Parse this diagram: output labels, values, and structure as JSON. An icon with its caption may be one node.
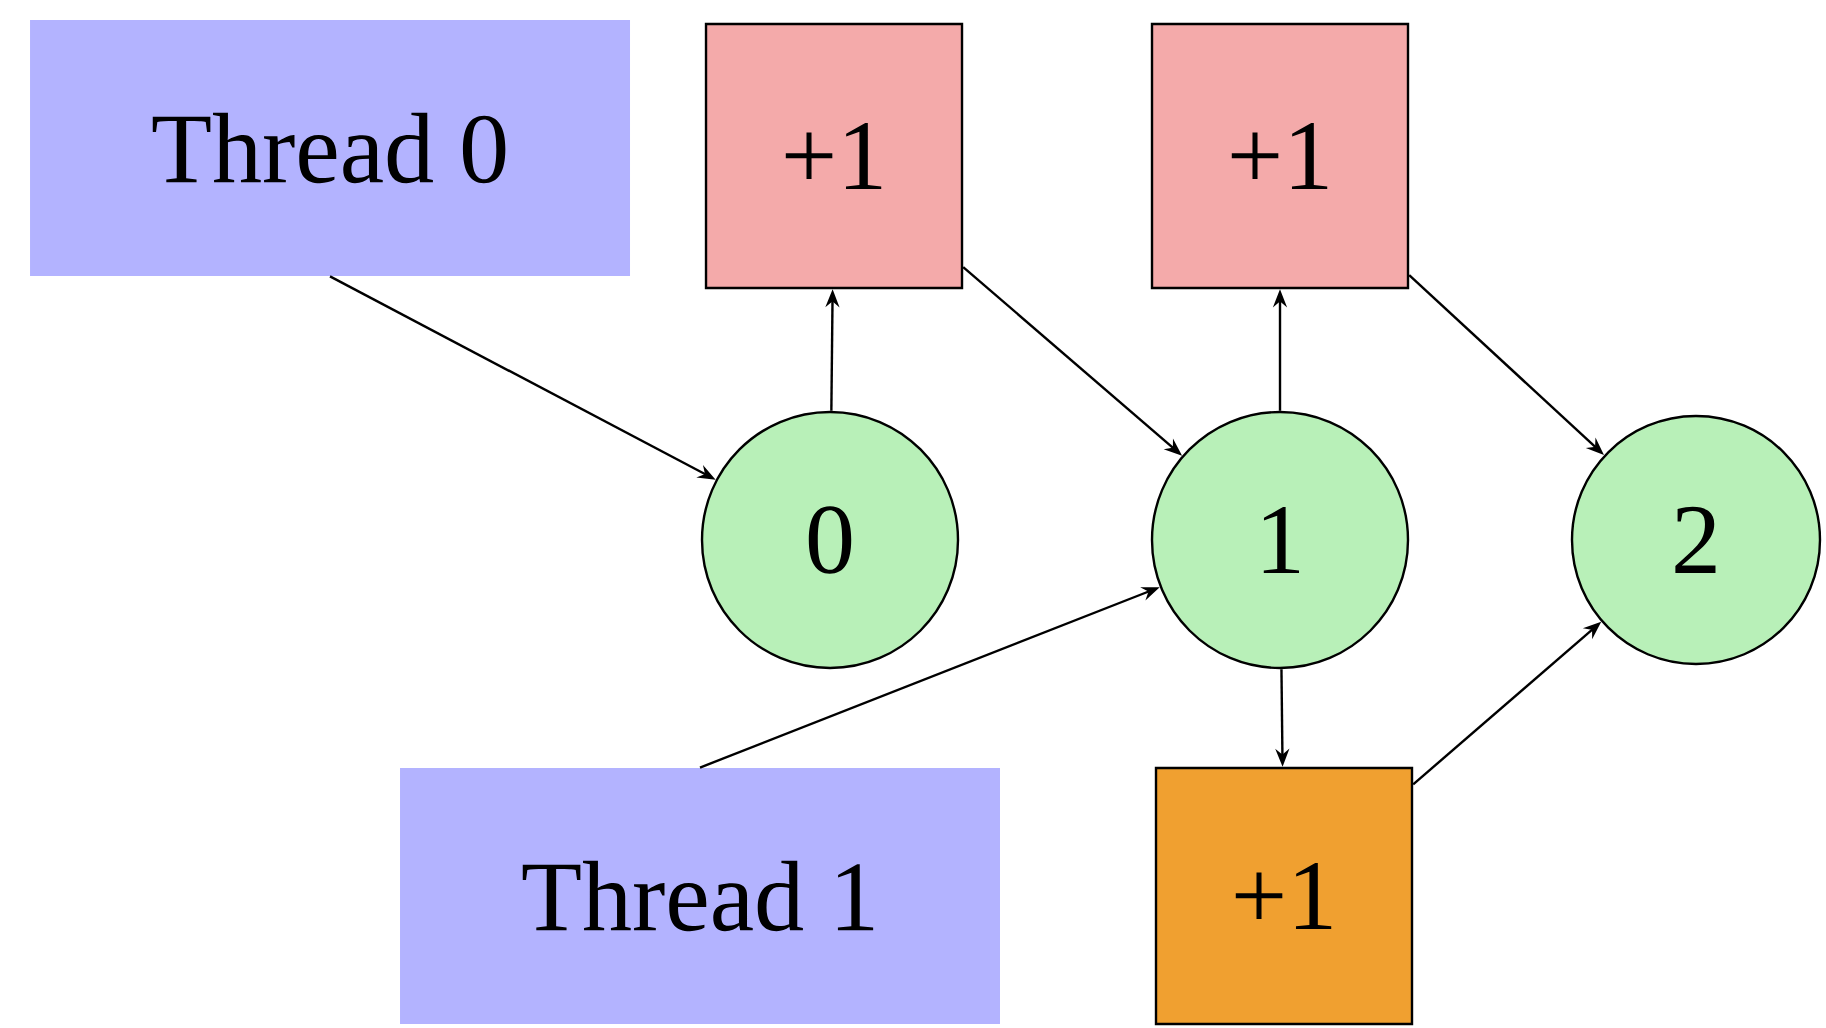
{
  "diagram": {
    "nodes": [
      {
        "text": [
          "Thread 0"
        ]
      },
      {
        "text": [
          "+1"
        ]
      },
      {
        "text": [
          "+1"
        ]
      },
      {
        "text": [
          "0"
        ]
      },
      {
        "text": [
          "1"
        ]
      },
      {
        "text": [
          "2"
        ]
      },
      {
        "text": [
          "Thread 1"
        ]
      },
      {
        "text": [
          "+1"
        ]
      }
    ],
    "edges": [
      {
        "from": 0,
        "to": 3,
        "arrow": "to"
      },
      {
        "from": 3,
        "to": 1,
        "arrow": "to"
      },
      {
        "from": 1,
        "to": 4,
        "arrow": "to"
      },
      {
        "from": 4,
        "to": 2,
        "arrow": "to"
      },
      {
        "from": 2,
        "to": 5,
        "arrow": "to"
      },
      {
        "from": 6,
        "to": 4,
        "arrow": "to"
      },
      {
        "from": 4,
        "to": 7,
        "arrow": "to"
      },
      {
        "from": 7,
        "to": 5,
        "arrow": "to"
      }
    ]
  }
}
